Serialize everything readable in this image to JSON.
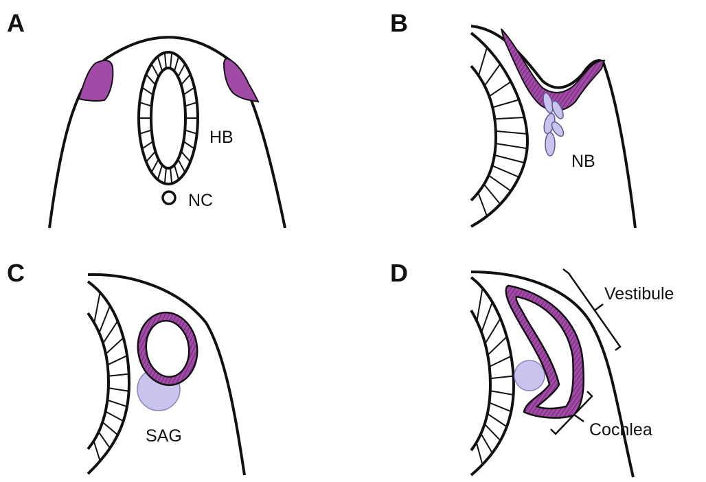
{
  "colors": {
    "background": "#ffffff",
    "outline": "#111111",
    "epithelium_purple": "#a24aa7",
    "epithelium_stripe": "#5e1d63",
    "ganglion_lilac": "#c9c4ee",
    "ganglion_outline": "#8a84bf"
  },
  "panels": [
    {
      "id": "A",
      "letter": "A",
      "labels": [
        "HB",
        "NC"
      ]
    },
    {
      "id": "B",
      "letter": "B",
      "labels": [
        "NB"
      ]
    },
    {
      "id": "C",
      "letter": "C",
      "labels": [
        "SAG"
      ]
    },
    {
      "id": "D",
      "letter": "D",
      "labels": [
        "Vestibule",
        "Cochlea"
      ]
    }
  ]
}
